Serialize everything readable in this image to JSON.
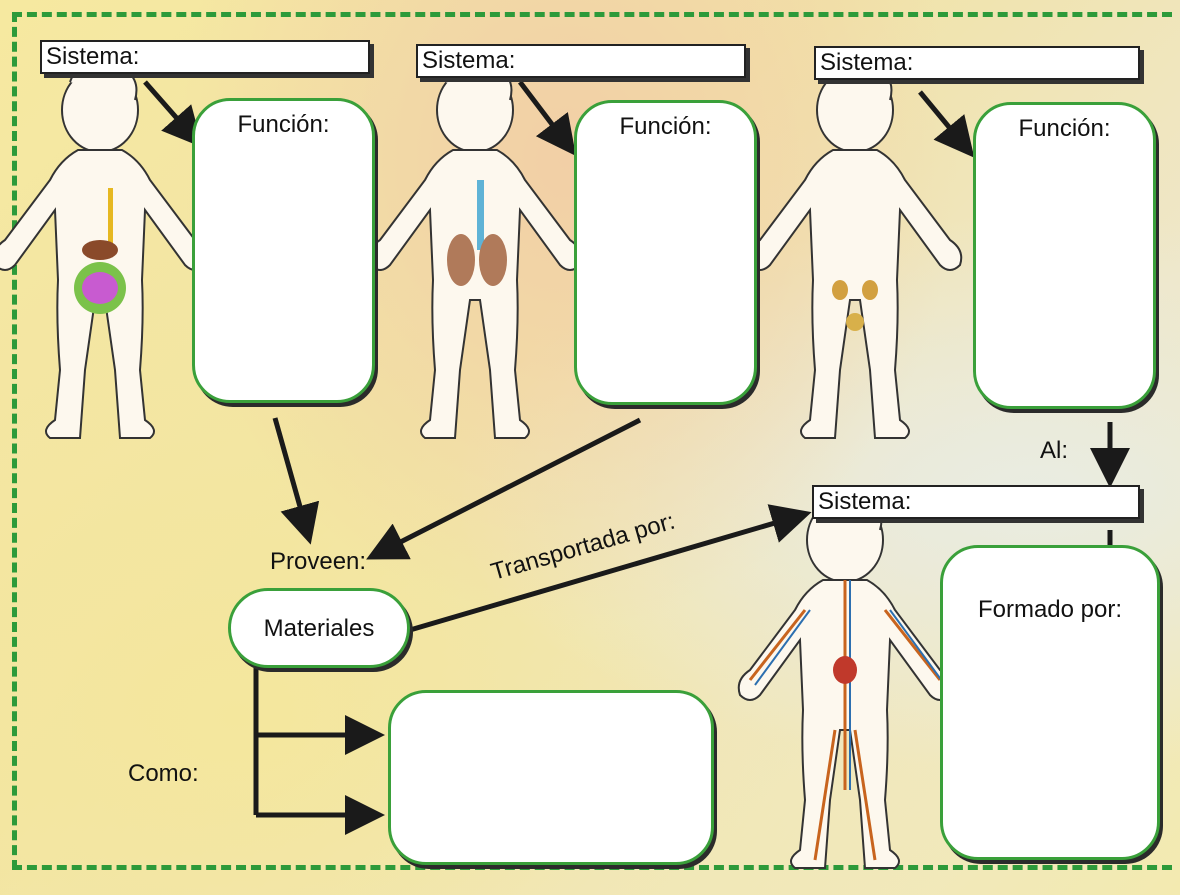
{
  "systems": [
    {
      "label": "Sistema:",
      "function_label": "Función:"
    },
    {
      "label": "Sistema:",
      "function_label": "Función:"
    },
    {
      "label": "Sistema:",
      "function_label": "Función:"
    }
  ],
  "circulatory": {
    "label": "Sistema:",
    "connector": "Al:",
    "formed_by": "Formado por:"
  },
  "provide_label": "Proveen:",
  "materials_label": "Materiales",
  "transport_label": "Transportada por:",
  "como_label": "Como:",
  "colors": {
    "border": "#2d9a3a",
    "card_border": "#3aa03a",
    "arrow": "#1a1a1a"
  }
}
